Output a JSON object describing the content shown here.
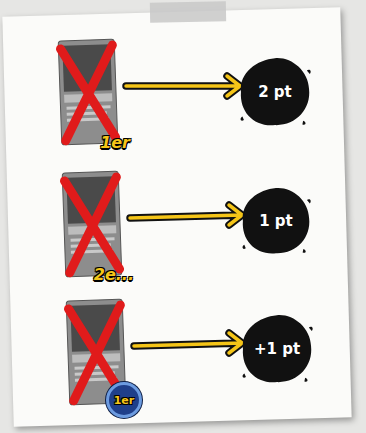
{
  "diagram": {
    "nodes": [
      {
        "text": [
          "1er"
        ]
      },
      {
        "text": [
          "2 pt"
        ]
      },
      {
        "text": [
          "2e..."
        ]
      },
      {
        "text": [
          "1 pt"
        ]
      },
      {
        "text": [
          "1er"
        ]
      },
      {
        "text": [
          "+1 pt"
        ]
      }
    ],
    "edges": [
      {
        "from": 0,
        "to": 1,
        "arrow": "to"
      },
      {
        "from": 2,
        "to": 3,
        "arrow": "to"
      },
      {
        "from": 4,
        "to": 5,
        "arrow": "to"
      }
    ]
  }
}
